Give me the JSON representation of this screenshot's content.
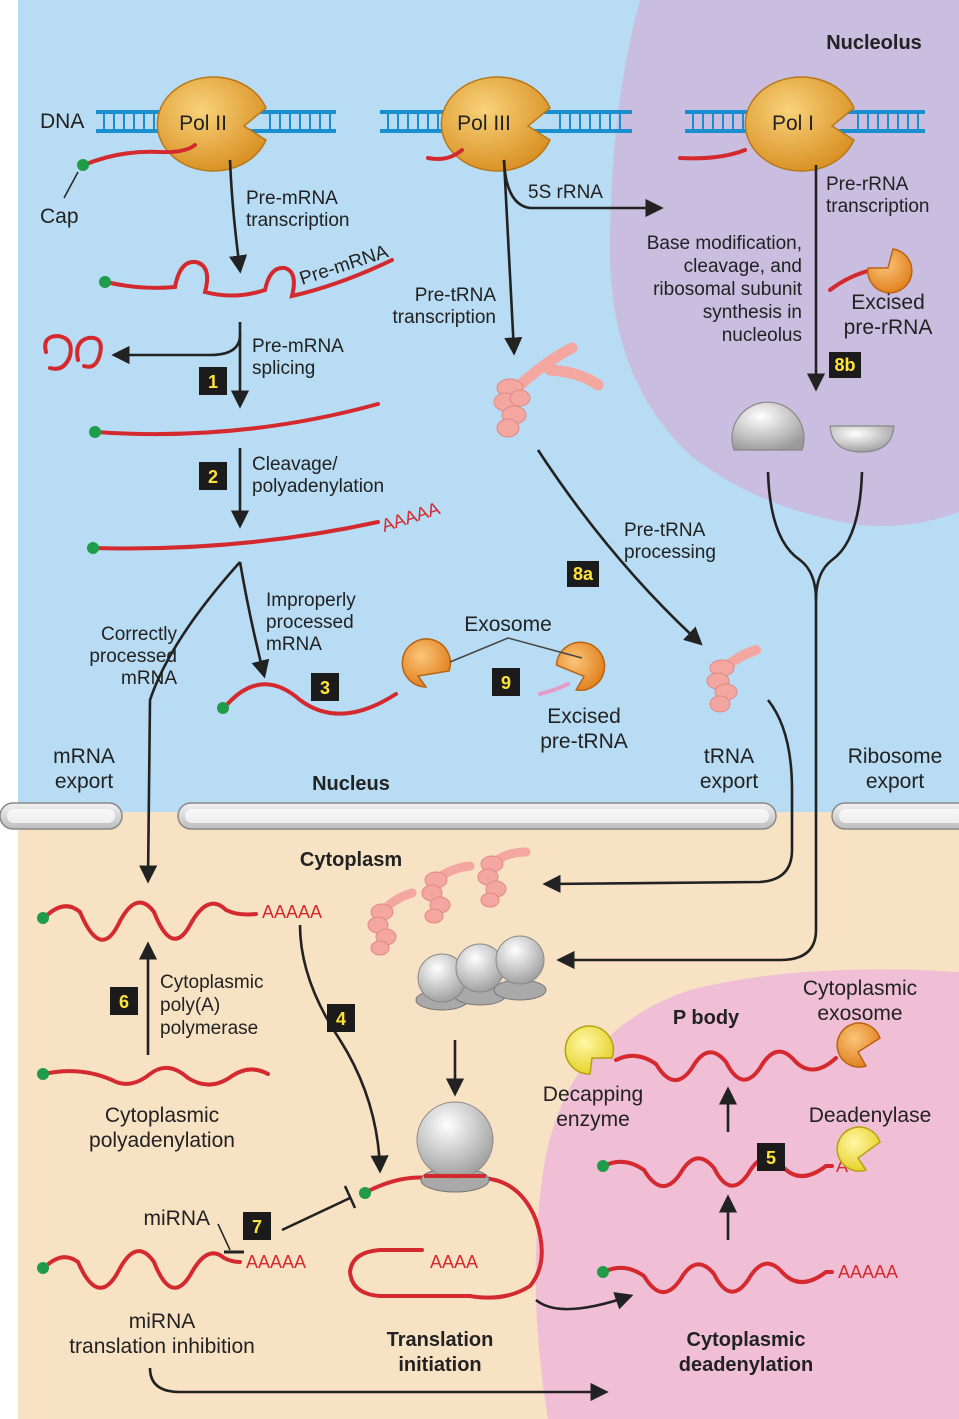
{
  "regions": {
    "nucleolus": "Nucleolus",
    "nucleus": "Nucleus",
    "cytoplasm": "Cytoplasm",
    "p_body": "P body",
    "mrna_export": [
      "mRNA",
      "export"
    ],
    "trna_export": [
      "tRNA",
      "export"
    ],
    "ribosome_export": [
      "Ribosome",
      "export"
    ]
  },
  "polymerases": {
    "dna": "DNA",
    "cap": "Cap",
    "pol2": "Pol II",
    "pol3": "Pol III",
    "pol1": "Pol I"
  },
  "labels": {
    "pre_mrna_transcription": [
      "Pre-mRNA",
      "transcription"
    ],
    "pre_mrna": "Pre-mRNA",
    "pre_mrna_splicing": [
      "Pre-mRNA",
      "splicing"
    ],
    "cleavage": [
      "Cleavage/",
      "polyadenylation"
    ],
    "polya": "AAAAA",
    "improperly": [
      "Improperly",
      "processed",
      "mRNA"
    ],
    "correctly": [
      "Correctly",
      "processed",
      "mRNA"
    ],
    "exosome": "Exosome",
    "excised_pre_trna": [
      "Excised",
      "pre-tRNA"
    ],
    "five_s": "5S rRNA",
    "pre_trna_transcription": [
      "Pre-tRNA",
      "transcription"
    ],
    "pre_trna_processing": [
      "Pre-tRNA",
      "processing"
    ],
    "pre_rrna_transcription": [
      "Pre-rRNA",
      "transcription"
    ],
    "base_modification": [
      "Base modification,",
      "cleavage, and",
      "ribosomal subunit",
      "synthesis in",
      "nucleolus"
    ],
    "excised_pre_rrna": [
      "Excised",
      "pre-rRNA"
    ],
    "cyto_polya_enzyme": [
      "Cytoplasmic",
      "poly(A)",
      "polymerase"
    ],
    "cyto_polyadenylation": [
      "Cytoplasmic",
      "polyadenylation"
    ],
    "mirna": "miRNA",
    "mirna_inhibition": [
      "miRNA",
      "translation inhibition"
    ],
    "translation_initiation": [
      "Translation",
      "initiation"
    ],
    "aaaa": "AAAA",
    "cyto_exosome": [
      "Cytoplasmic",
      "exosome"
    ],
    "decapping": [
      "Decapping",
      "enzyme"
    ],
    "deadenylase": "Deadenylase",
    "a_tail": "A",
    "cyto_deadenylation": [
      "Cytoplasmic",
      "deadenylation"
    ]
  },
  "steps": [
    "1",
    "2",
    "3",
    "4",
    "5",
    "6",
    "7",
    "8a",
    "8b",
    "9"
  ],
  "colors": {
    "nucleus": "#b8dcf3",
    "nucleolus": "#c9bedf",
    "cytoplasm": "#f8e2c4",
    "p_body": "#f0bfd6",
    "rna": "#d42a2f",
    "cap": "#1f9c4a",
    "polymerase": "#e8a43a",
    "exosome": "#f2992f",
    "decapping": "#f2e34a",
    "trna": "#f3a7a0"
  }
}
